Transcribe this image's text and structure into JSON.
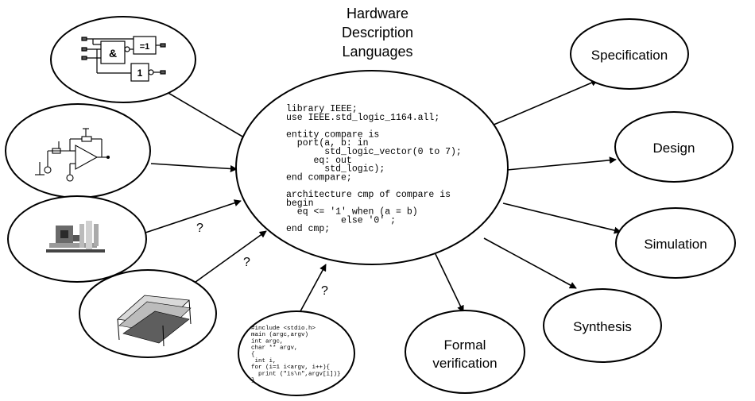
{
  "title": [
    "Hardware",
    "Description",
    "Languages"
  ],
  "vhdl_code": [
    "library IEEE;",
    "use IEEE.std_logic_1164.all;",
    "",
    "entity compare is",
    "  port(a, b: in",
    "       std_logic_vector(0 to 7);",
    "     eq: out",
    "       std_logic);",
    "end compare;",
    "",
    "architecture cmp of compare is",
    "begin",
    "  eq <= '1' when (a = b)",
    "          else '0' ;",
    "end cmp;"
  ],
  "c_code": [
    "#include <stdio.h>",
    "main (argc,argv)",
    "int argc,",
    "char ** argv,",
    "{",
    " int i,",
    "for (i=1 i<argv, i++){",
    "  print (\"is\\n\",argv[i])}",
    "}"
  ],
  "outputs": {
    "specification": [
      "Specification"
    ],
    "design": [
      "Design"
    ],
    "simulation": [
      "Simulation"
    ],
    "synthesis": [
      "Synthesis"
    ],
    "formal_verification": [
      "Formal",
      "verification"
    ]
  },
  "gate_labels": {
    "and": "&",
    "xor": "=1",
    "buffer": "1"
  },
  "question_mark": "?",
  "colors": {
    "stroke": "#000000",
    "background": "#ffffff"
  }
}
